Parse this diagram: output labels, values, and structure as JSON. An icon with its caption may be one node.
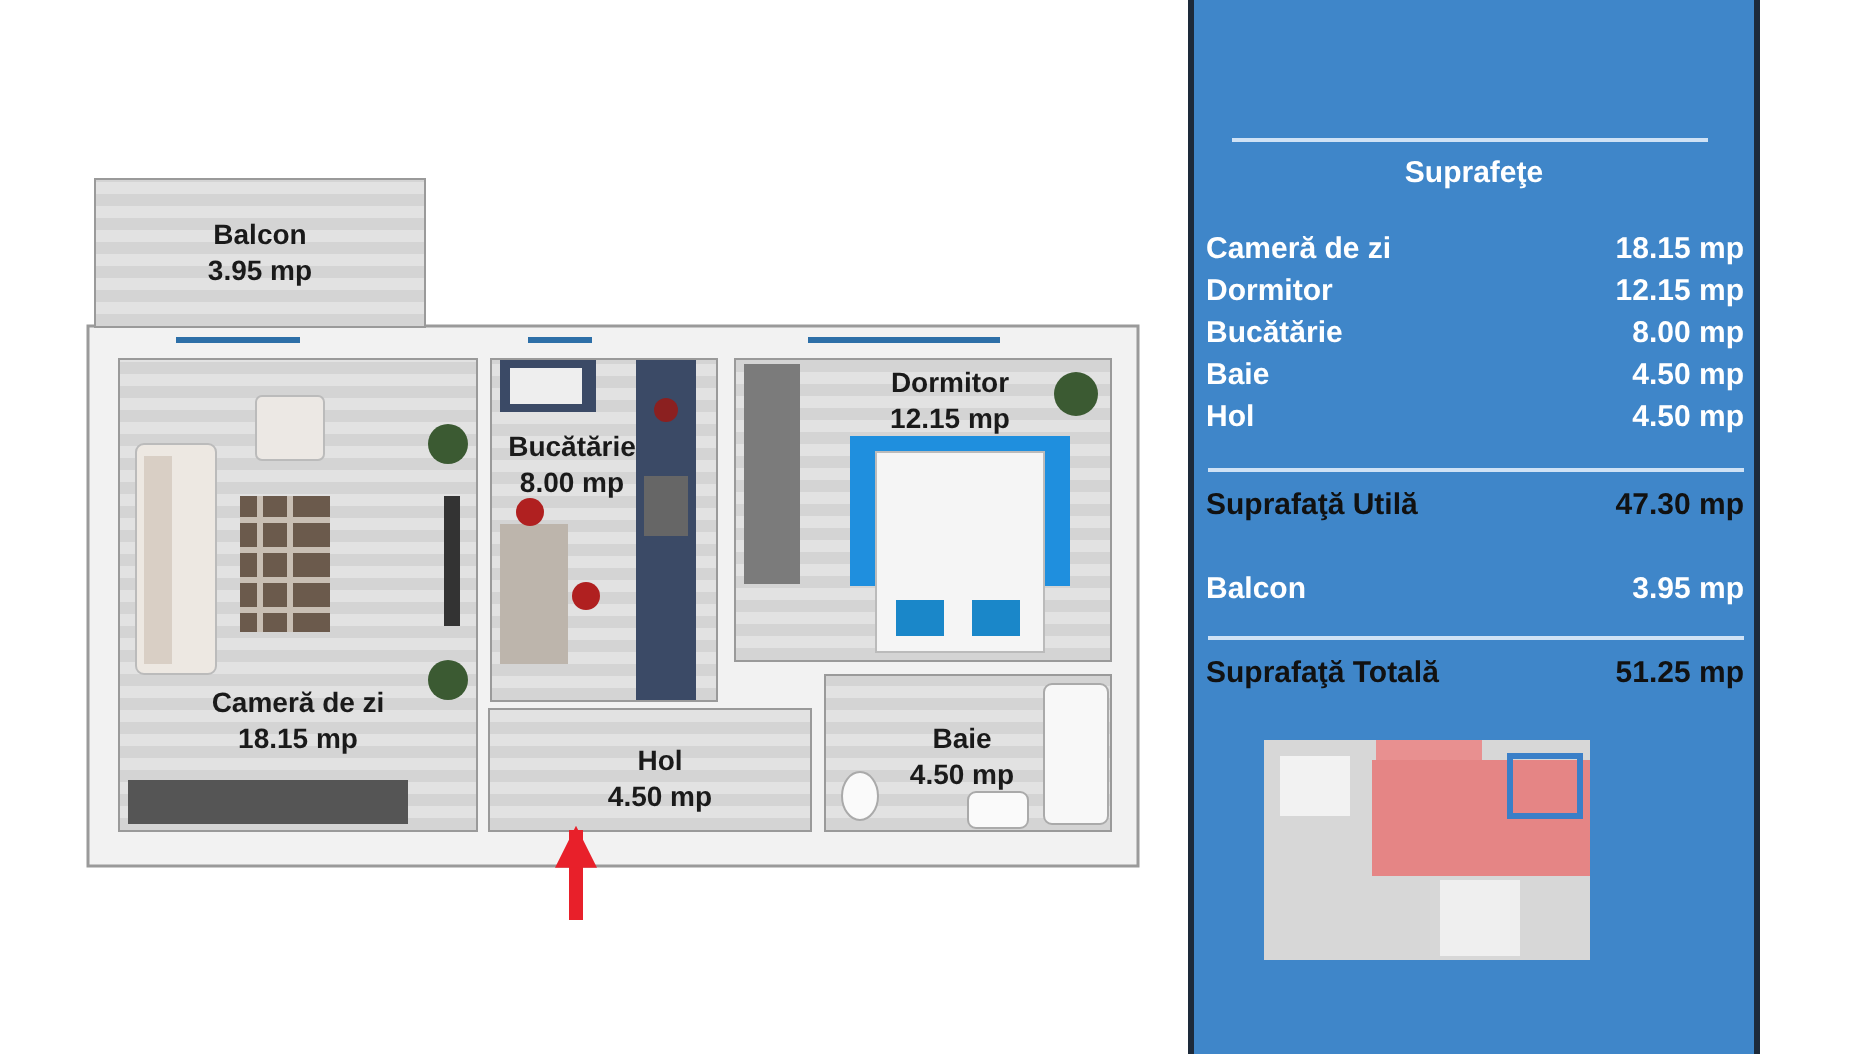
{
  "diagram": {
    "nodes": [
      {
        "text": [
          "Balcon",
          "3.95 mp"
        ]
      },
      {
        "text": [
          "Cameră de zi",
          "18.15 mp"
        ]
      },
      {
        "text": [
          "Bucătărie",
          "8.00 mp"
        ]
      },
      {
        "text": [
          "Dormitor",
          "12.15 mp"
        ]
      },
      {
        "text": [
          "Hol",
          "4.50 mp"
        ]
      },
      {
        "text": [
          "Baie",
          "4.50 mp"
        ]
      }
    ],
    "edges": [
      {
        "from": null,
        "to": 4,
        "arrow": "to",
        "color": "#e8202a"
      }
    ],
    "labels": [
      "Suprafeţe",
      "Cameră de zi",
      "18.15 mp",
      "Dormitor",
      "12.15 mp",
      "Bucătărie",
      "8.00 mp",
      "Baie",
      "4.50 mp",
      "Hol",
      "4.50 mp",
      "Suprafaţă Utilă",
      "47.30 mp",
      "Balcon",
      "3.95 mp",
      "Suprafaţă Totală",
      "51.25 mp"
    ]
  }
}
